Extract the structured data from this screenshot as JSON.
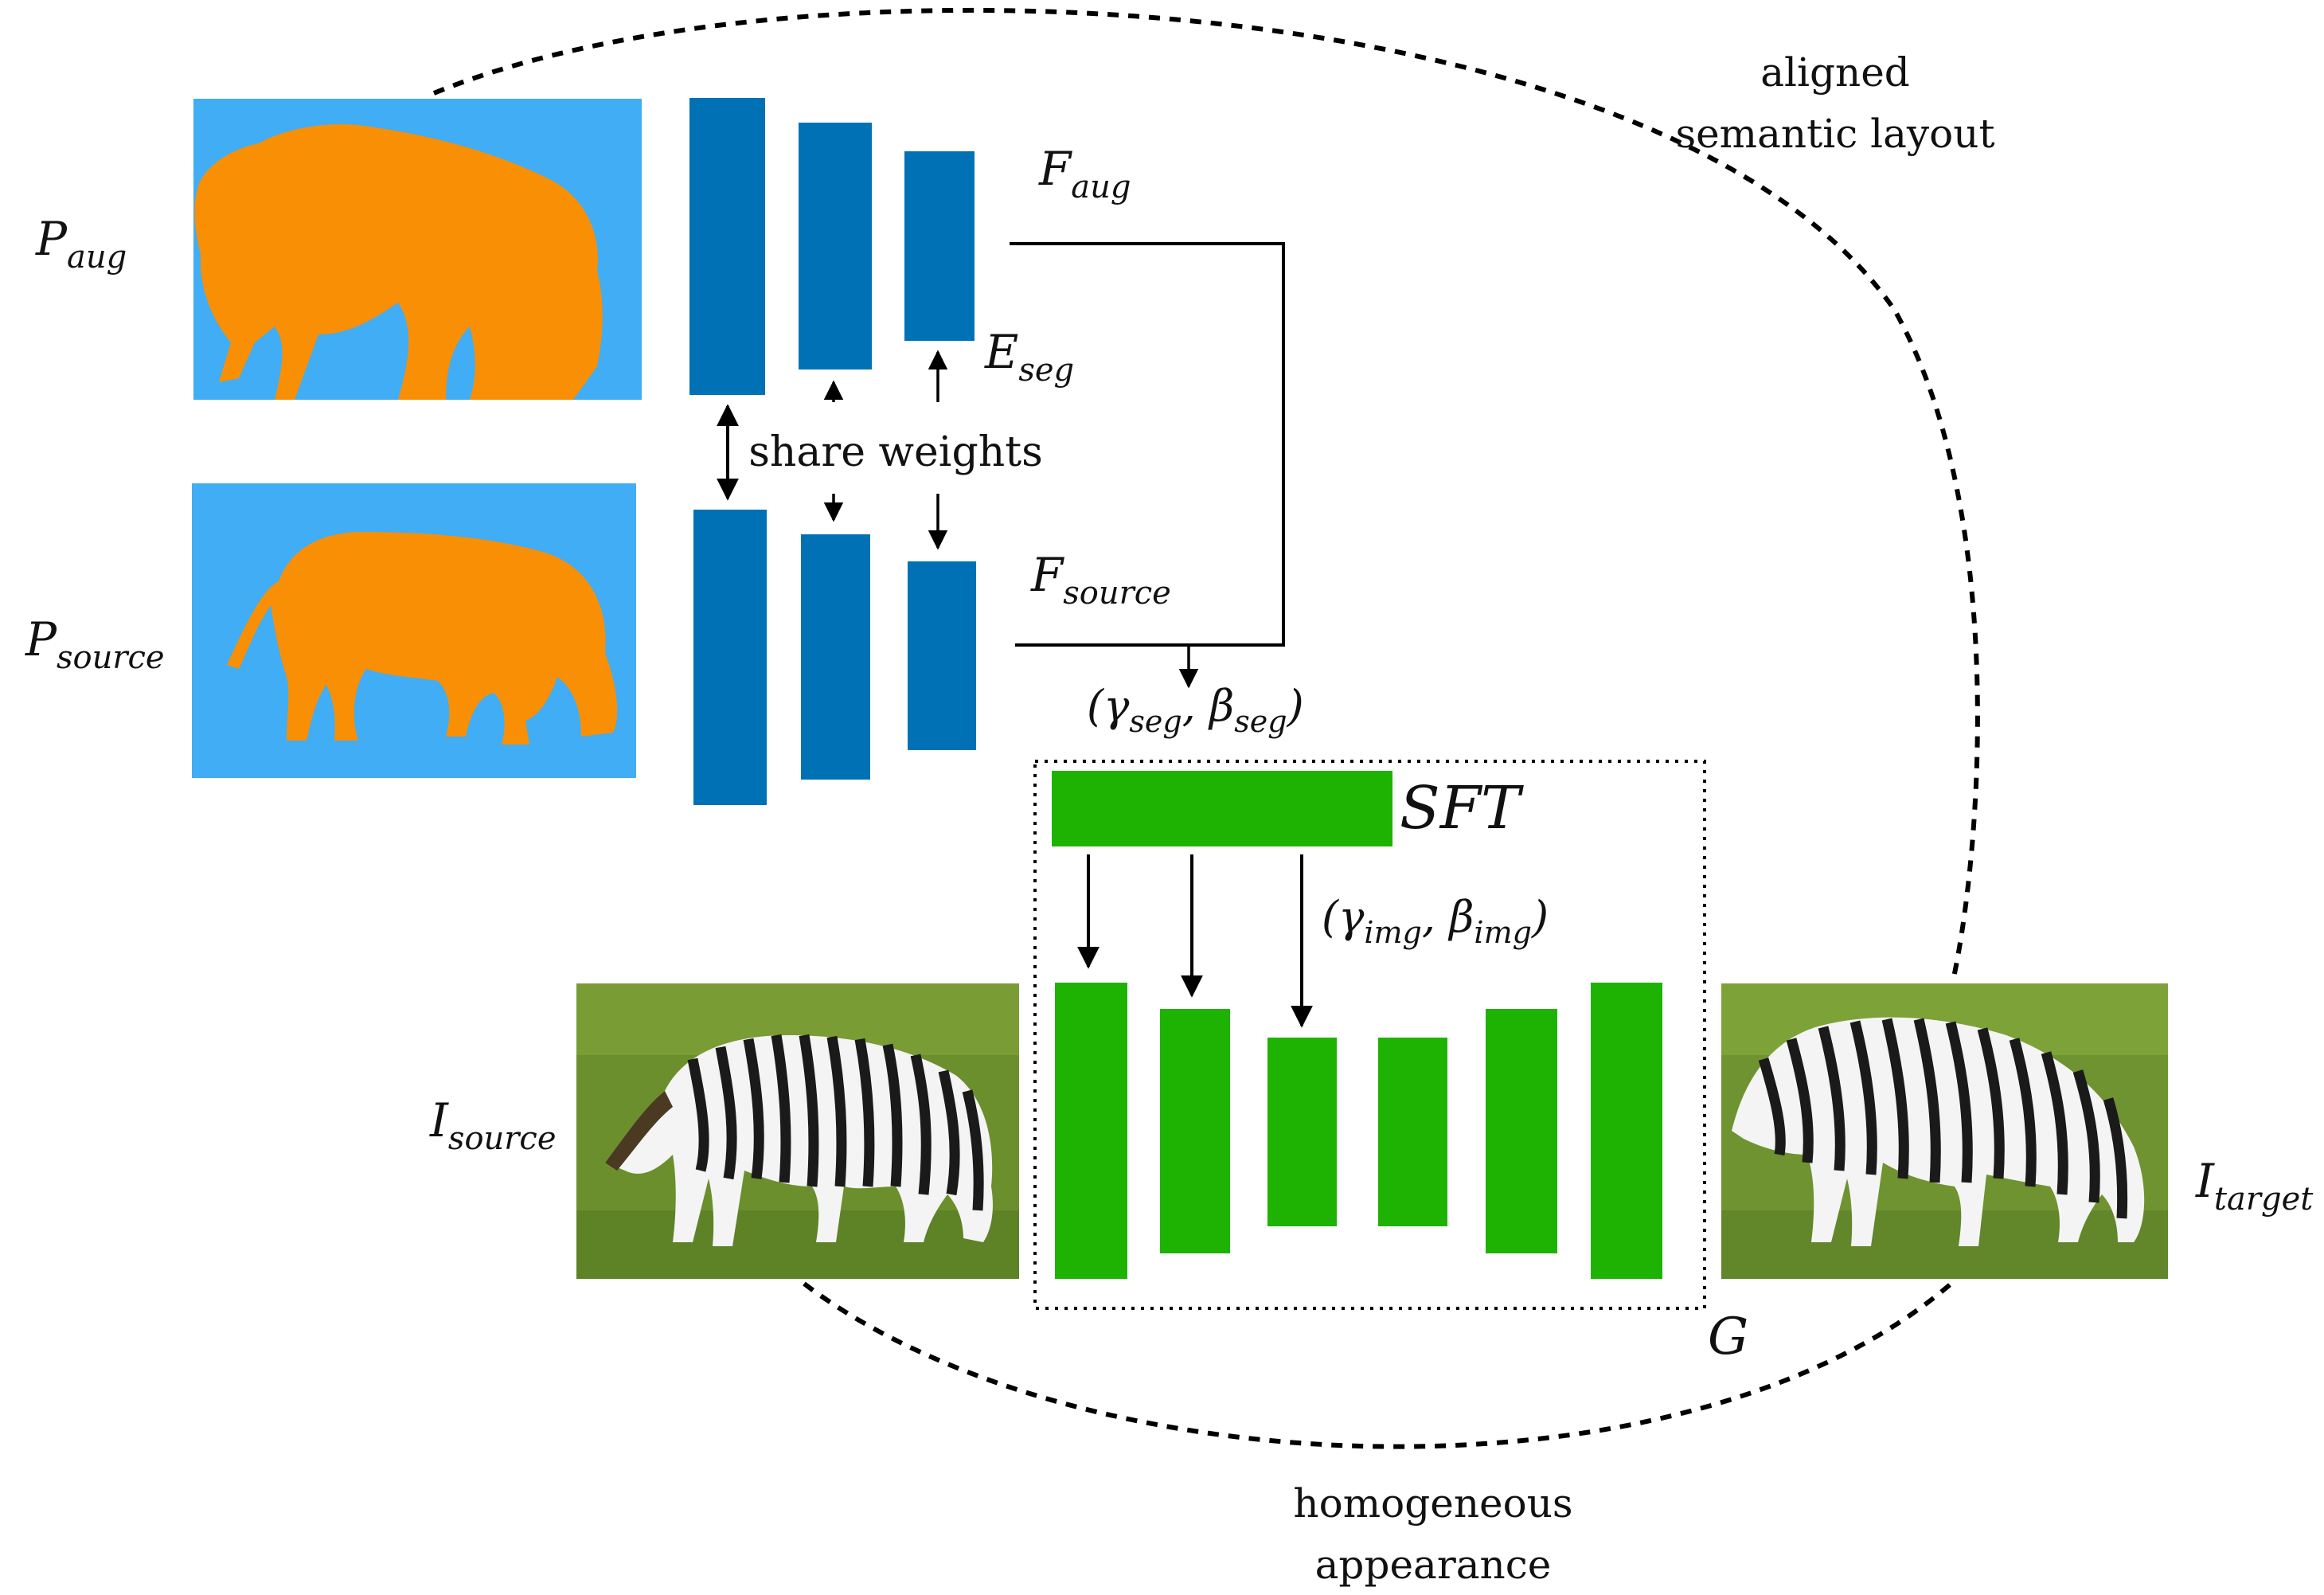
{
  "colors": {
    "mask_background": "#41adf4",
    "mask_foreground": "#f98f05",
    "encoder_blue": "#0071b5",
    "generator_green": "#1eb302",
    "grass": "#6b8f2c",
    "line": "#000000"
  },
  "labels": {
    "aligned_line1": "aligned",
    "aligned_line2": "semantic layout",
    "homogeneous_line1": "homogeneous",
    "homogeneous_line2": "appearance",
    "share_weights": "share weights",
    "sft": "SFT",
    "generator": "G",
    "p_aug": {
      "base": "P",
      "sub": "aug"
    },
    "p_source": {
      "base": "P",
      "sub": "source"
    },
    "f_aug": {
      "base": "F",
      "sub": "aug"
    },
    "f_source": {
      "base": "F",
      "sub": "source"
    },
    "e_seg": {
      "base": "E",
      "sub": "seg"
    },
    "i_source": {
      "base": "I",
      "sub": "source"
    },
    "i_target": {
      "base": "I",
      "sub": "target"
    },
    "gamma_seg": {
      "open": "(γ",
      "sub1": "seg",
      "mid": ", β",
      "sub2": "seg",
      "close": ")"
    },
    "gamma_img": {
      "open": "(γ",
      "sub1": "img",
      "mid": ", β",
      "sub2": "img",
      "close": ")"
    }
  },
  "icons": {
    "segmentation_mask": "zebra-silhouette",
    "photo": "zebra-photo"
  }
}
